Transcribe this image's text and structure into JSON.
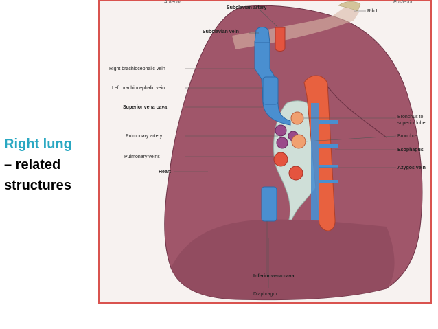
{
  "title": {
    "line1": "Right lung",
    "line2": "– related",
    "line3": "structures"
  },
  "figure": {
    "orientation": {
      "anterior": "Anterior",
      "posterior": "Posterior"
    },
    "labels": {
      "subclavian_artery": "Subclavian artery",
      "rib": "Rib I",
      "subclavian_vein": "Subclavian vein",
      "right_brachiocephalic_vein": "Right brachiocephalic vein",
      "left_brachiocephalic_vein": "Left brachiocephalic vein",
      "superior_vena_cava": "Superior vena cava",
      "pulmonary_artery": "Pulmonary artery",
      "pulmonary_veins": "Pulmonary veins",
      "heart": "Heart",
      "bronchus_to_superior_lobe_1": "Bronchus to",
      "bronchus_to_superior_lobe_2": "superior lobe",
      "bronchus": "Bronchus",
      "esophagus": "Esophagus",
      "azygos_vein": "Azygos vein",
      "inferior_vena_cava": "Inferior vena cava",
      "diaphragm": "Diaphragm"
    },
    "colors": {
      "lung": "#a0566a",
      "lung_dark": "#7a3a4e",
      "vein": "#4a8fd0",
      "artery": "#e4543f",
      "esophagus": "#e8613f",
      "frame": "#d9534f"
    }
  }
}
